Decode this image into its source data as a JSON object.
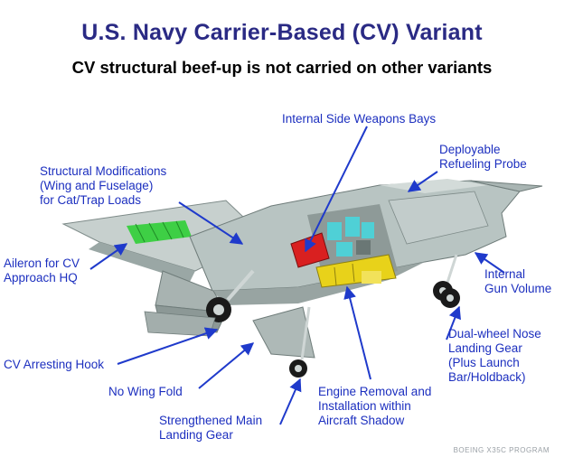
{
  "title": "U.S. Navy Carrier-Based (CV) Variant",
  "subtitle": "CV structural beef-up is not carried on other variants",
  "callouts": {
    "weapons_bays": "Internal Side Weapons Bays",
    "refueling_probe": "Deployable\nRefueling Probe",
    "structural_mods": "Structural Modifications\n(Wing and Fuselage)\nfor Cat/Trap Loads",
    "aileron": "Aileron for CV\nApproach HQ",
    "gun_volume": "Internal\nGun Volume",
    "nose_gear": "Dual-wheel Nose\nLanding Gear\n(Plus Launch\nBar/Holdback)",
    "arresting_hook": "CV Arresting Hook",
    "wing_fold": "No Wing Fold",
    "engine_removal": "Engine Removal and\nInstallation within\nAircraft Shadow",
    "main_gear": "Strengthened Main\nLanding Gear"
  },
  "footer": "BOEING X35C PROGRAM",
  "colors": {
    "title": "#2a2a84",
    "label": "#1c2fbf",
    "arrow": "#1f3acb",
    "airframe": "#b8c4c2",
    "weapons_bay": "#d92020",
    "engine": "#e8d21a",
    "cockpit_panel": "#4fd0d6",
    "flaps": "#3ecf45"
  }
}
